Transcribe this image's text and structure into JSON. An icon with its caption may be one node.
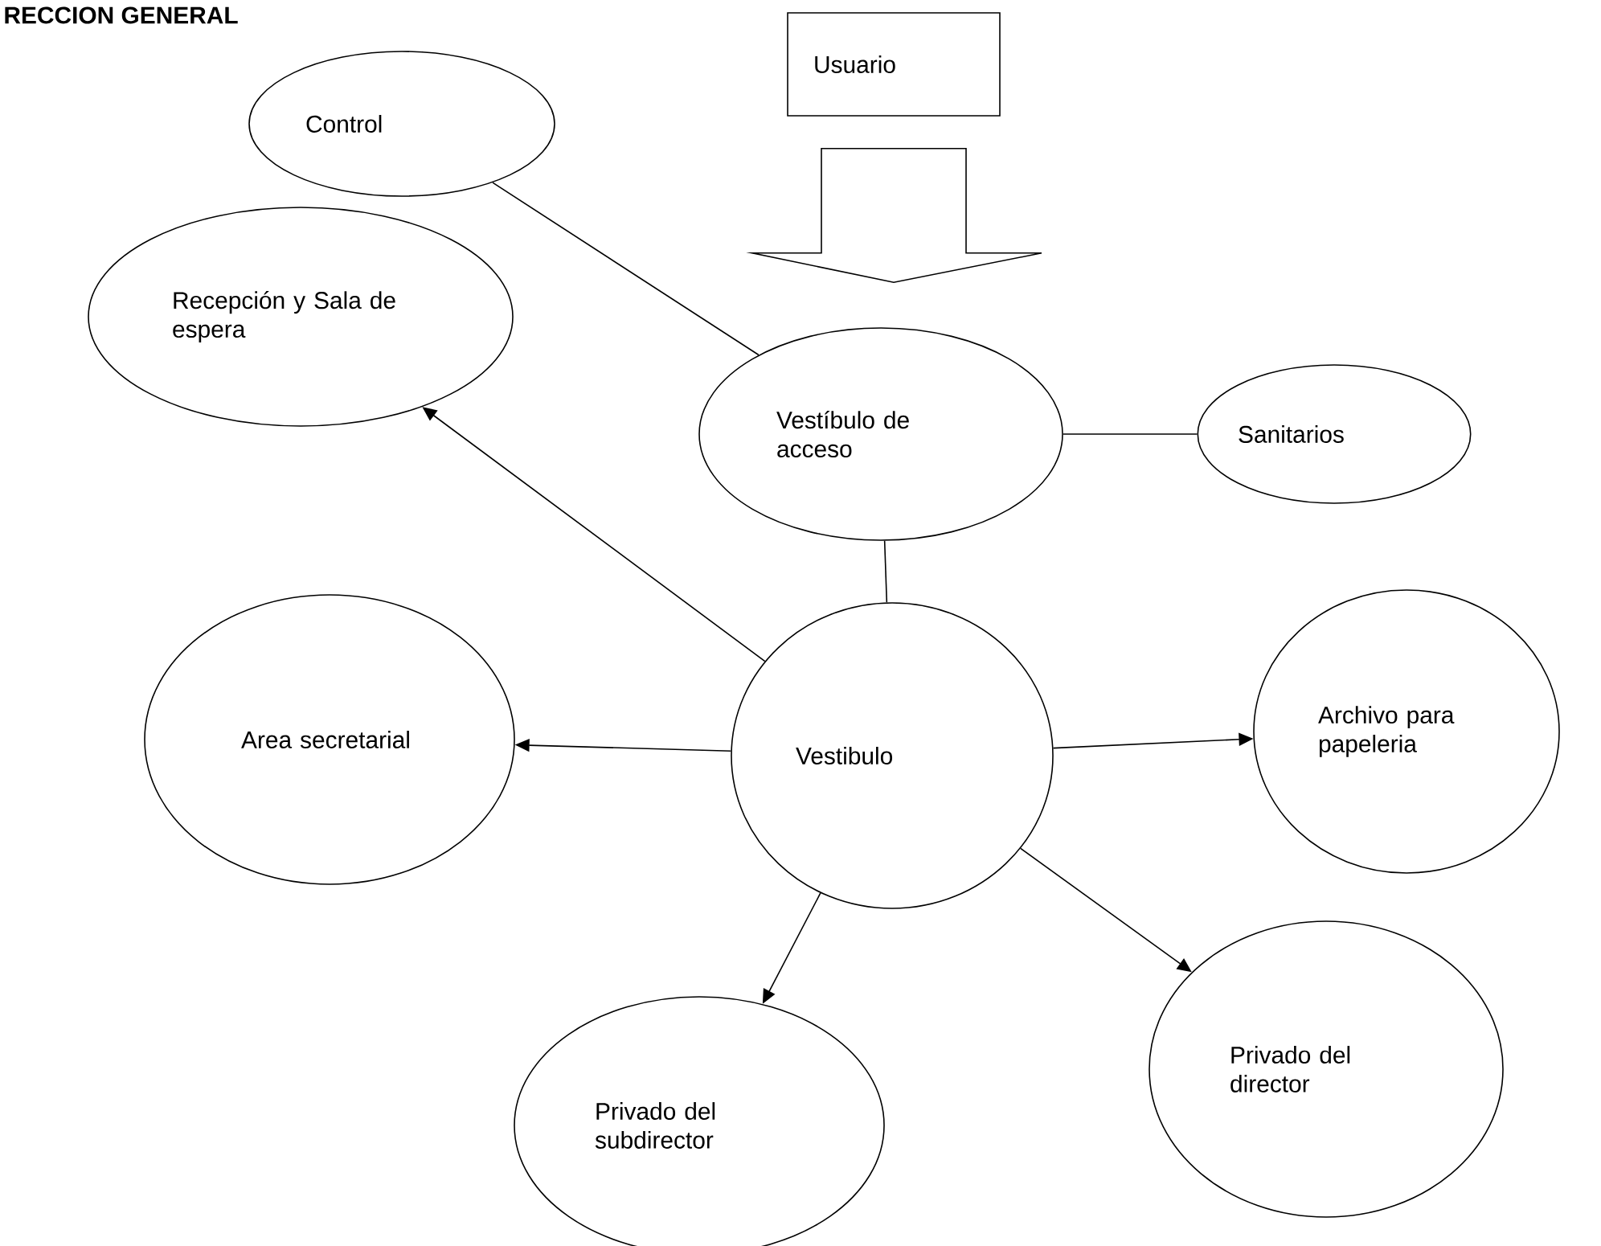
{
  "diagram": {
    "title": "RECCION GENERAL",
    "nodes": [
      {
        "text": [
          "Usuario"
        ]
      },
      {
        "text": [
          "Control"
        ]
      },
      {
        "text": [
          "Recepción y Sala de espera"
        ]
      },
      {
        "text": [
          "Vestíbulo de acceso"
        ]
      },
      {
        "text": [
          "Sanitarios"
        ]
      },
      {
        "text": [
          "Vestibulo"
        ]
      },
      {
        "text": [
          "Area secretarial"
        ]
      },
      {
        "text": [
          "Archivo para papeleria"
        ]
      },
      {
        "text": [
          "Privado del subdirector"
        ]
      },
      {
        "text": [
          "Privado del director"
        ]
      }
    ],
    "edges": [
      {
        "from": 0,
        "to": 3,
        "arrow": "to",
        "style": "thick"
      },
      {
        "from": 1,
        "to": 3,
        "arrow": "none"
      },
      {
        "from": 3,
        "to": 4,
        "arrow": "none"
      },
      {
        "from": 3,
        "to": 5,
        "arrow": "none"
      },
      {
        "from": 5,
        "to": 2,
        "arrow": "to"
      },
      {
        "from": 5,
        "to": 6,
        "arrow": "to"
      },
      {
        "from": 5,
        "to": 7,
        "arrow": "to"
      },
      {
        "from": 5,
        "to": 8,
        "arrow": "to"
      },
      {
        "from": 5,
        "to": 9,
        "arrow": "to"
      }
    ]
  }
}
